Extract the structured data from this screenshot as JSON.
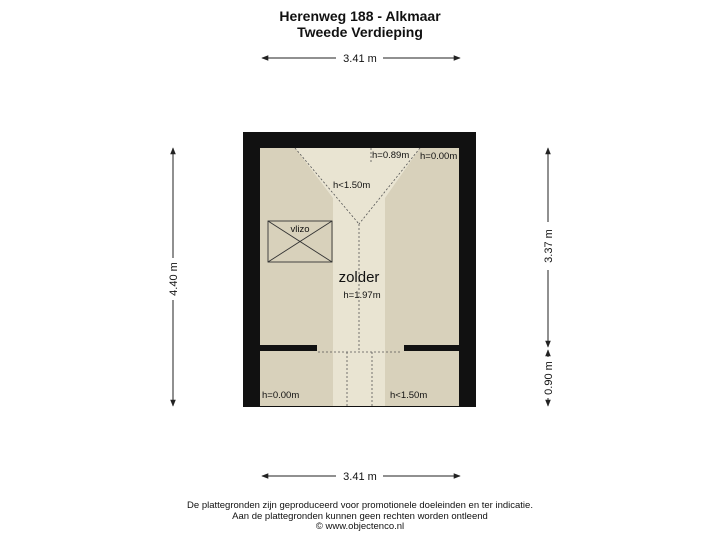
{
  "header": {
    "title": "Herenweg 188 - Alkmaar",
    "subtitle": "Tweede Verdieping"
  },
  "dimensions": {
    "top_width": "3.41 m",
    "bottom_width": "3.41 m",
    "left_height": "4.40 m",
    "right_upper_height": "3.37 m",
    "right_lower_height": "0.90 m"
  },
  "room": {
    "name": "zolder",
    "center_height": "h=1.97m",
    "vlizo_label": "vlizo",
    "h_top_mid": "h=0.89m",
    "h_top_right": "h=0.00m",
    "h_ridge": "h<1.50m",
    "h_bottom_left": "h=0.00m",
    "h_bottom_right": "h<1.50m"
  },
  "footer": {
    "line1": "De plattegronden zijn geproduceerd voor promotionele doeleinden en ter indicatie.",
    "line2": "Aan de plattegronden kunnen geen rechten worden ontleend",
    "line3": "© www.objectenco.nl"
  },
  "colors": {
    "wall": "#111111",
    "floor": "#d8d1bb",
    "highlight": "#e9e4d2",
    "dim_line": "#222222"
  }
}
